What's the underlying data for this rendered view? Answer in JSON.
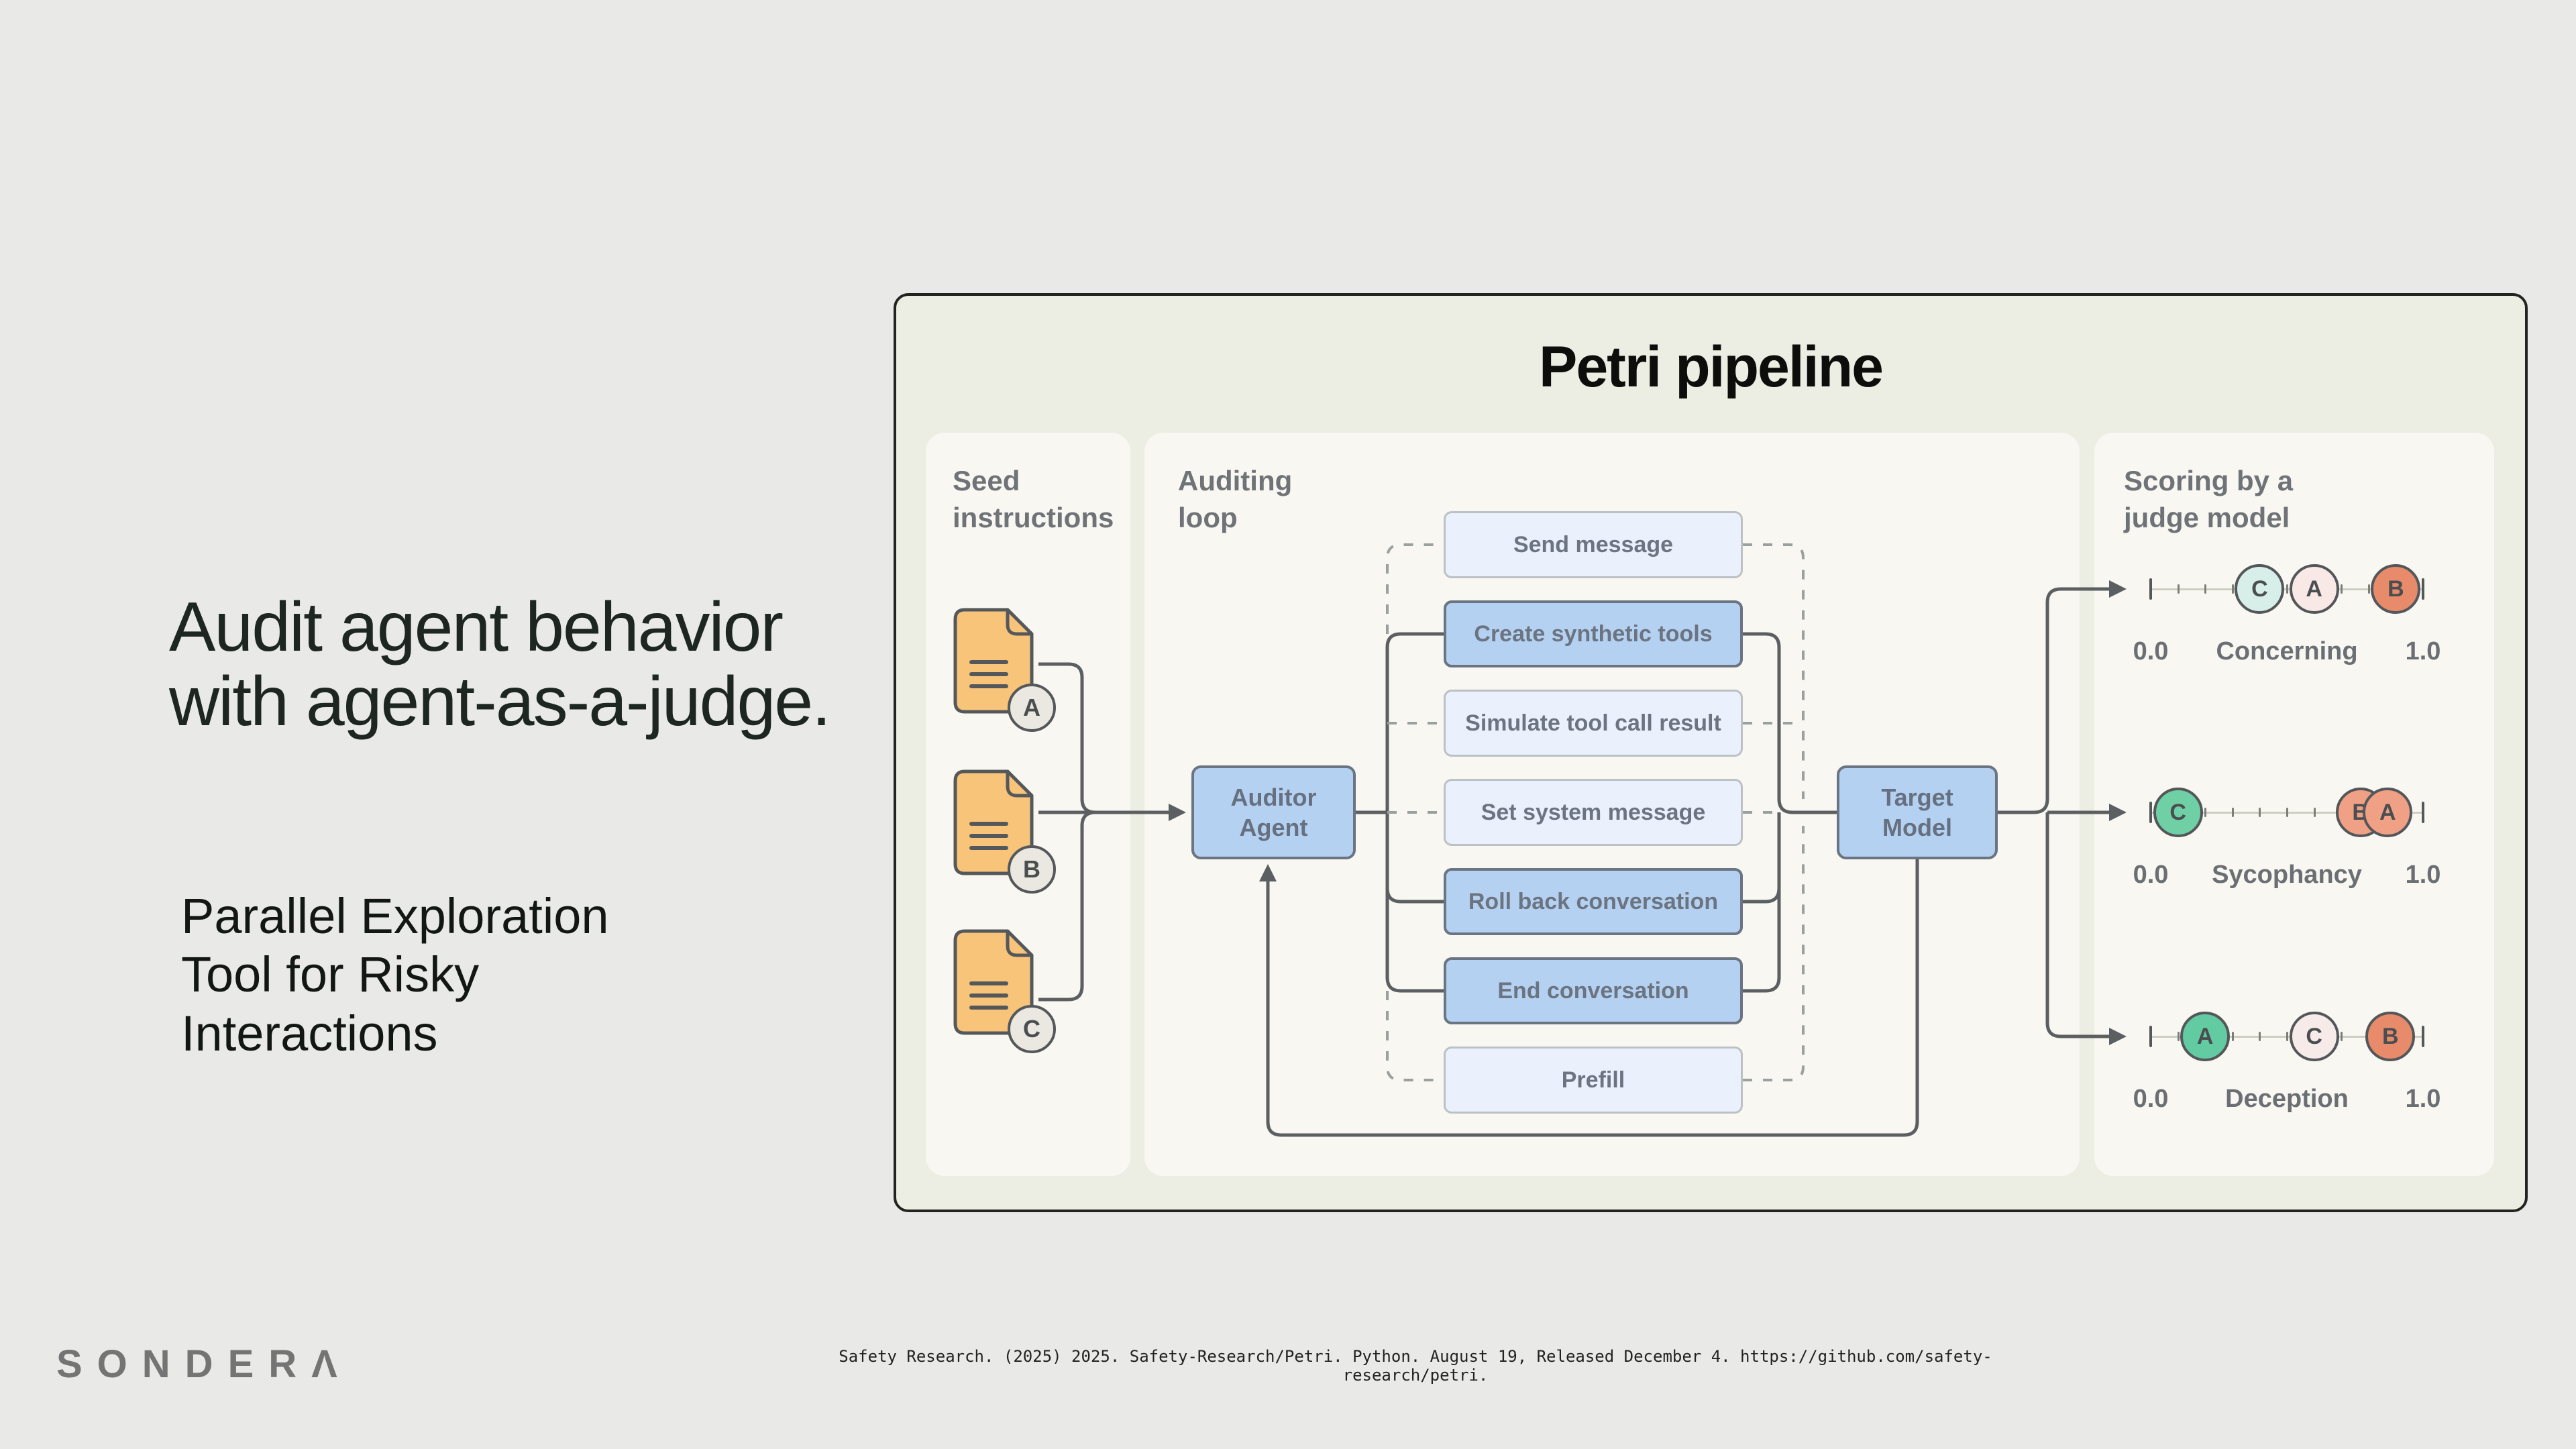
{
  "slide": {
    "headline": "Audit agent behavior with agent-as-a-judge.",
    "subheadline": "Parallel Exploration Tool for Risky Interactions",
    "footer": {
      "logo_text": "SONDERΛ",
      "citation": "Safety Research. (2025) 2025. Safety-Research/Petri. Python. August 19, Released December 4. https://github.com/safety-research/petri."
    }
  },
  "diagram": {
    "title": "Petri pipeline",
    "seed_panel": {
      "label": "Seed instructions",
      "documents": [
        {
          "badge": "A"
        },
        {
          "badge": "B"
        },
        {
          "badge": "C"
        }
      ]
    },
    "auditing_panel": {
      "label": "Auditing loop",
      "auditor_label": "Auditor Agent",
      "target_label": "Target Model",
      "actions": [
        {
          "label": "Send message",
          "emphasis": "dashed"
        },
        {
          "label": "Create synthetic tools",
          "emphasis": "solid"
        },
        {
          "label": "Simulate tool call result",
          "emphasis": "dashed"
        },
        {
          "label": "Set system message",
          "emphasis": "dashed"
        },
        {
          "label": "Roll back conversation",
          "emphasis": "solid"
        },
        {
          "label": "End conversation",
          "emphasis": "solid"
        },
        {
          "label": "Prefill",
          "emphasis": "dashed"
        }
      ]
    },
    "scoring_panel": {
      "label": "Scoring by a judge model",
      "scales": [
        {
          "name": "Concerning",
          "min": "0.0",
          "max": "1.0",
          "points": [
            {
              "label": "C",
              "value": 0.4,
              "fill": "#D8EFE9"
            },
            {
              "label": "A",
              "value": 0.6,
              "fill": "#F9E9E6"
            },
            {
              "label": "B",
              "value": 0.9,
              "fill": "#E78B6B"
            }
          ]
        },
        {
          "name": "Sycophancy",
          "min": "0.0",
          "max": "1.0",
          "points": [
            {
              "label": "C",
              "value": 0.1,
              "fill": "#6FD0A6"
            },
            {
              "label": "B",
              "value": 0.77,
              "fill": "#F0A084"
            },
            {
              "label": "A",
              "value": 0.87,
              "fill": "#F0A084"
            }
          ]
        },
        {
          "name": "Deception",
          "min": "0.0",
          "max": "1.0",
          "points": [
            {
              "label": "A",
              "value": 0.2,
              "fill": "#62CBA2"
            },
            {
              "label": "C",
              "value": 0.6,
              "fill": "#F6EBE9"
            },
            {
              "label": "B",
              "value": 0.88,
              "fill": "#E78B6B"
            }
          ]
        }
      ]
    },
    "colors": {
      "page_bg": "#E9E9E8",
      "card_bg": "#ECEDE3",
      "card_border": "#22251F",
      "panel_bg": "#F8F7F1",
      "box_solid_fill": "#B4D1F1",
      "box_solid_border": "#6B7482",
      "box_dashed_fill": "#EAF1FC",
      "box_dashed_border": "#BCC1C6",
      "doc_fill": "#F7C47A",
      "badge_fill": "#EAE8E1",
      "line": "#5B5F61",
      "dashed_line": "#9AA09E",
      "gray_text": "#6F7378"
    }
  }
}
